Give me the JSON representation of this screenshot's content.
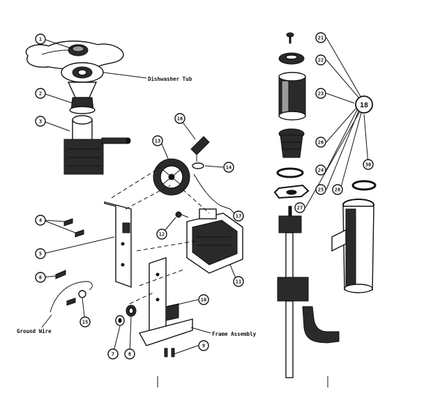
{
  "labels": {
    "dishwasher_tub": "Dishwasher Tub",
    "frame_assembly": "Frame Assembly",
    "ground_wire": "Ground Wire"
  },
  "callouts": {
    "c1": "1",
    "c2": "2",
    "c3": "3",
    "c4": "4",
    "c5": "5",
    "c6": "6",
    "c7": "7",
    "c8": "8",
    "c9": "9",
    "c10": "10",
    "c11": "11",
    "c12": "12",
    "c13": "13",
    "c14": "14",
    "c15": "15",
    "c16": "16",
    "c17": "17",
    "c18": "18",
    "c21": "21",
    "c22": "22",
    "c23": "23",
    "c24": "24",
    "c25": "25",
    "c26": "26",
    "c27": "27",
    "c28": "28",
    "c30": "30"
  }
}
